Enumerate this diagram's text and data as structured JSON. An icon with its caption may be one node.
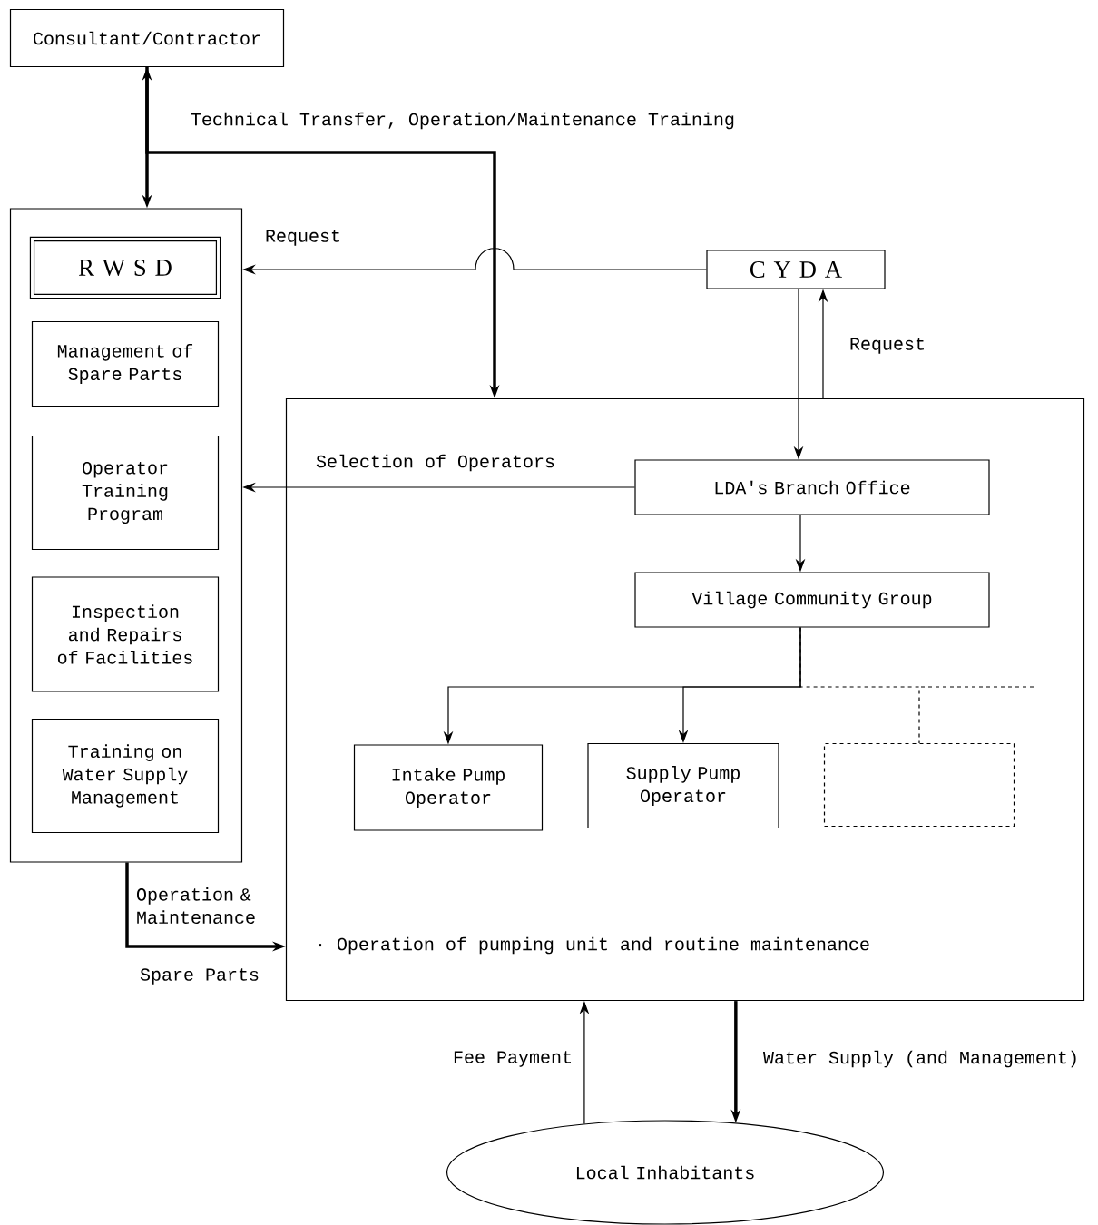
{
  "diagram": {
    "nodes": [
      {
        "text": [
          "Consultant/Contractor"
        ]
      },
      {
        "text": [],
        "shape": "box"
      },
      {
        "text": [
          "R W S D"
        ],
        "in": 1
      },
      {
        "text": [
          "Management of Spare Parts"
        ],
        "in": 1
      },
      {
        "text": [
          "Operator Training Program"
        ],
        "in": 1
      },
      {
        "text": [
          "Inspection and Repairs of Facilities"
        ],
        "in": 1
      },
      {
        "text": [
          "Training on Water Supply Management"
        ],
        "in": 1
      },
      {
        "text": [
          "C Y D A"
        ]
      },
      {
        "text": [
          "· Operation of pumping unit and routine maintenance"
        ]
      },
      {
        "text": [
          "LDA's Branch Office"
        ],
        "in": 8
      },
      {
        "text": [
          "Village Community Group"
        ],
        "in": 8
      },
      {
        "text": [
          "Intake Pump Operator"
        ],
        "in": 8
      },
      {
        "text": [
          "Supply Pump Operator"
        ],
        "in": 8
      },
      {
        "text": [],
        "shape": "box",
        "in": 8
      },
      {
        "text": [
          "Local Inhabitants"
        ]
      }
    ],
    "edges": [
      {
        "from": 0,
        "to": 1,
        "arrow": "both",
        "style": "thick"
      },
      {
        "from": 0,
        "to": 8,
        "arrow": "to",
        "style": "thick",
        "label": "Technical Transfer, Operation/Maintenance Training"
      },
      {
        "from": 7,
        "to": 1,
        "arrow": "to",
        "label": "Request"
      },
      {
        "from": 7,
        "to": 9,
        "arrow": "to"
      },
      {
        "from": 8,
        "to": 7,
        "arrow": "to",
        "label": "Request"
      },
      {
        "from": 9,
        "to": 1,
        "arrow": "to",
        "label": "Selection of Operators"
      },
      {
        "from": 9,
        "to": 10,
        "arrow": "to"
      },
      {
        "from": 10,
        "to": 11,
        "arrow": "to"
      },
      {
        "from": 10,
        "to": 12,
        "arrow": "to"
      },
      {
        "from": 10,
        "to": 13,
        "arrow": "none",
        "style": "dashed"
      },
      {
        "from": 1,
        "to": 8,
        "arrow": "to",
        "style": "thick",
        "label": "Operation & Maintenance"
      },
      {
        "from": 14,
        "to": 8,
        "arrow": "to",
        "label": "Fee Payment"
      },
      {
        "from": 8,
        "to": 14,
        "arrow": "to",
        "style": "thick",
        "label": "Water Supply (and Management)"
      }
    ],
    "labels": [
      "Spare Parts"
    ]
  }
}
